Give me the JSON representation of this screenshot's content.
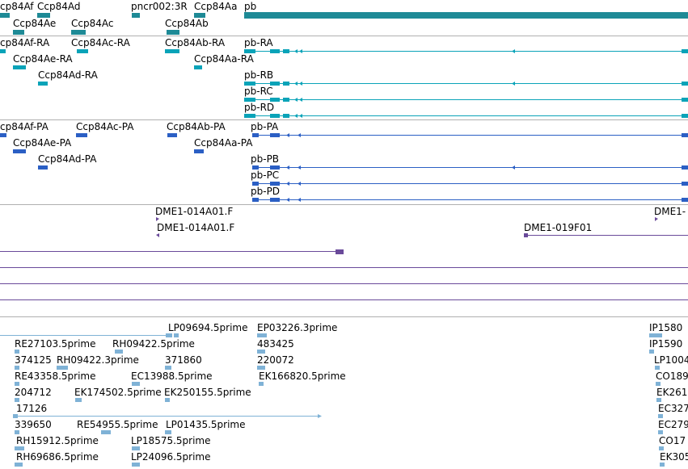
{
  "colors": {
    "gene": "#1e8a96",
    "transcript": "#0aa3b8",
    "protein": "#2b5fc4",
    "clone": "#6a4a9a",
    "est": "#7fb2d6",
    "separator": "#b0b0b0"
  },
  "genes": {
    "labels": [
      "cp84Af",
      "Ccp84Ad",
      "pncr002:3R",
      "Ccp84Aa",
      "pb",
      "Ccp84Ae",
      "Ccp84Ac",
      "Ccp84Ab"
    ]
  },
  "transcripts": {
    "labels": [
      "cp84Af-RA",
      "Ccp84Ac-RA",
      "Ccp84Ab-RA",
      "pb-RA",
      "Ccp84Ae-RA",
      "Ccp84Aa-RA",
      "Ccp84Ad-RA",
      "pb-RB",
      "pb-RC",
      "pb-RD"
    ]
  },
  "proteins": {
    "labels": [
      "cp84Af-PA",
      "Ccp84Ac-PA",
      "Ccp84Ab-PA",
      "pb-PA",
      "Ccp84Ae-PA",
      "Ccp84Aa-PA",
      "Ccp84Ad-PA",
      "pb-PB",
      "pb-PC",
      "pb-PD"
    ]
  },
  "clones": {
    "labels": [
      "DME1-014A01.F",
      "DME1-",
      "DME1-014A01.F",
      "DME1-019F01"
    ]
  },
  "ests": {
    "labels": [
      "LP09694.5prime",
      "EP03226.3prime",
      "IP1580",
      "RE27103.5prime",
      "RH09422.5prime",
      "483425",
      "IP1590",
      "374125",
      "RH09422.3prime",
      "371860",
      "220072",
      "LP1004",
      "RE43358.5prime",
      "EC13988.5prime",
      "EK166820.5prime",
      "CO189",
      "204712",
      "EK174502.5prime",
      "EK250155.5prime",
      "EK261",
      "17126",
      "EC327",
      "339650",
      "RE54955.5prime",
      "LP01435.5prime",
      "EC279",
      "RH15912.5prime",
      "LP18575.5prime",
      "CO17",
      "RH69686.5prime",
      "LP24096.5prime",
      "EK305"
    ]
  }
}
